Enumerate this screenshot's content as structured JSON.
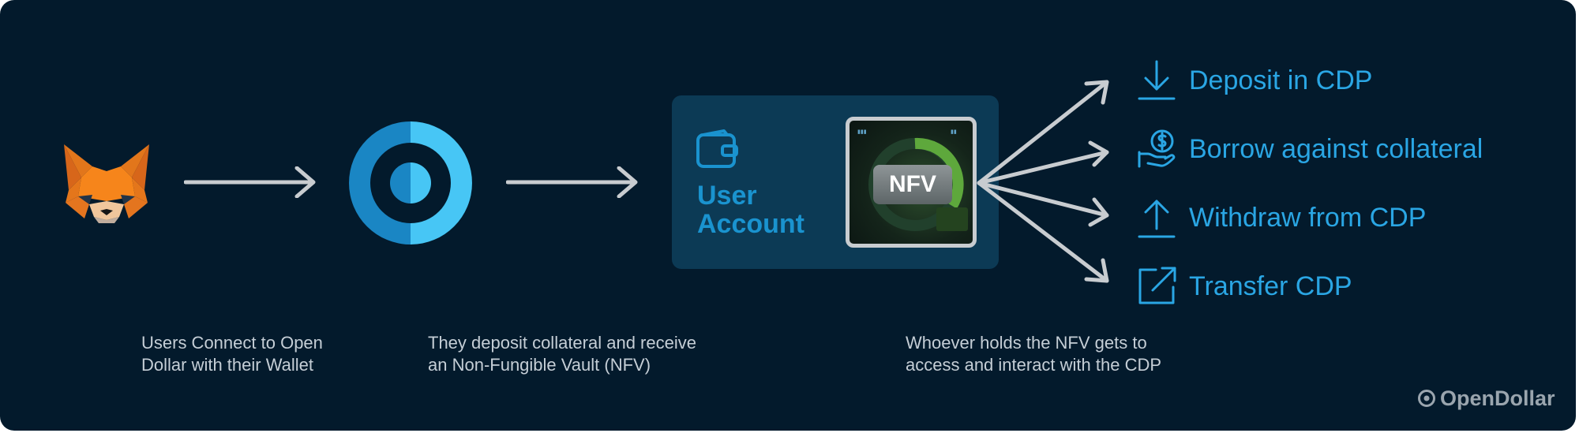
{
  "steps": {
    "connect_caption_line1": "Users Connect to Open",
    "connect_caption_line2": "Dollar with their Wallet",
    "deposit_caption_line1": "They deposit collateral and receive",
    "deposit_caption_line2": "an Non-Fungible Vault (NFV)",
    "holder_caption_line1": "Whoever holds the NFV gets to",
    "holder_caption_line2": "access and interact with the CDP"
  },
  "account": {
    "label_line1": "User",
    "label_line2": "Account",
    "nfv_label": "NFV"
  },
  "actions": [
    {
      "label": "Deposit in CDP",
      "icon": "download-arrow-icon"
    },
    {
      "label": "Borrow against collateral",
      "icon": "hand-dollar-coin-icon"
    },
    {
      "label": "Withdraw from CDP",
      "icon": "upload-arrow-icon"
    },
    {
      "label": "Transfer CDP",
      "icon": "external-link-icon"
    }
  ],
  "brand": {
    "name": "OpenDollar"
  },
  "colors": {
    "background": "#031a2c",
    "accent_blue": "#2aa6e4",
    "arrow_gray": "#c8ccd0",
    "card_blue": "#0c3a55"
  }
}
